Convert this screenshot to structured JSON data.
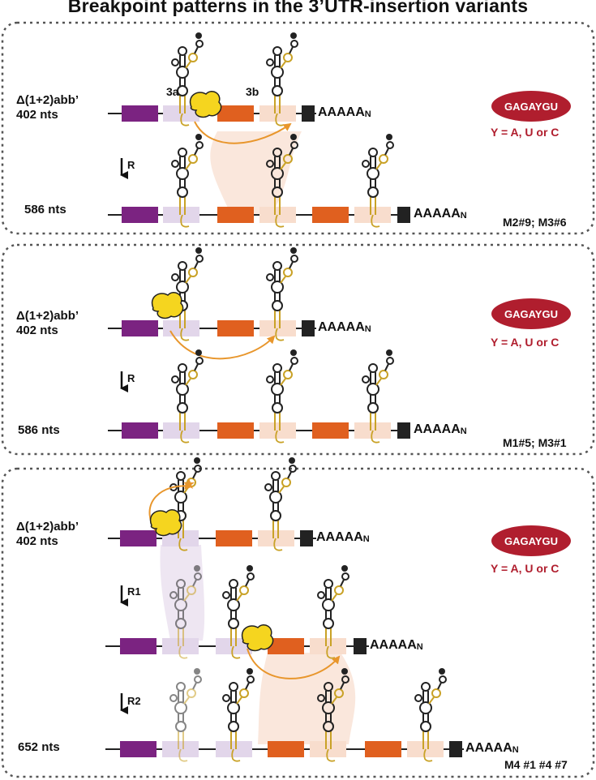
{
  "title": "Breakpoint patterns in the 3’UTR-insertion variants",
  "motif": {
    "sequence": "GAGAYGU",
    "note": "Y = A, U or C",
    "color": "#b01e2e"
  },
  "colors": {
    "purple": "#7b2381",
    "lilac": "#e2d6ea",
    "orange": "#e0601f",
    "peach": "#f8ddcd",
    "black": "#222222",
    "yellow": "#f5d51f",
    "arrow": "#e8962c",
    "stem": "#c9a227"
  },
  "panels": [
    {
      "construct_name": "Δ(1+2)abb’",
      "construct_length": "402 nts",
      "element_labels": [
        "3a",
        "3b"
      ],
      "polyA": "AAAAA",
      "polyA_sub": "N",
      "step_labels": [
        "R"
      ],
      "product_length": "586 nts",
      "mutants": "M2#9; M3#6"
    },
    {
      "construct_name": "Δ(1+2)abb’",
      "construct_length": "402 nts",
      "polyA": "AAAAA",
      "polyA_sub": "N",
      "step_labels": [
        "R"
      ],
      "product_length": "586 nts",
      "mutants": "M1#5; M3#1"
    },
    {
      "construct_name": "Δ(1+2)abb’",
      "construct_length": "402 nts",
      "polyA": "AAAAA",
      "polyA_sub": "N",
      "step_labels": [
        "R1",
        "R2"
      ],
      "product_length": "652 nts",
      "mutants": "M4 #1 #4 #7"
    }
  ]
}
